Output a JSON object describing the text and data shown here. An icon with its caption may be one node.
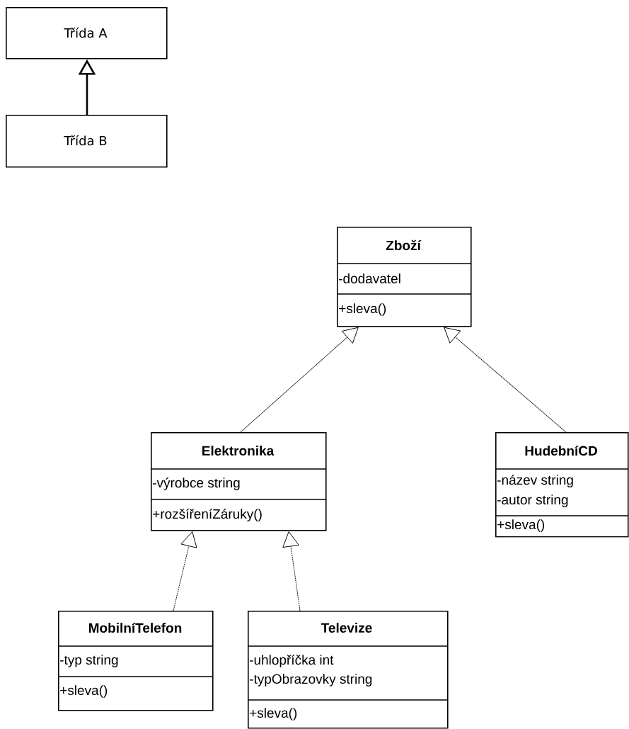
{
  "diagram": {
    "nodes": [
      {
        "text": [
          "Třída A"
        ]
      },
      {
        "text": [
          "Třída B"
        ]
      },
      {
        "text": [
          "Zboží",
          "-dodavatel",
          "+sleva()"
        ]
      },
      {
        "text": [
          "Elektronika",
          "-výrobce string",
          "+rozšířeníZáruky()"
        ]
      },
      {
        "text": [
          "HudebníCD",
          "-název string",
          "-autor string",
          "+sleva()"
        ]
      },
      {
        "text": [
          "MobilníTelefon",
          "-typ string",
          "+sleva()"
        ]
      },
      {
        "text": [
          "Televize",
          "-uhlopříčka int",
          "-typObrazovky string",
          "+sleva()"
        ]
      }
    ],
    "edges": [
      {
        "from": 1,
        "to": 0,
        "arrow": "to",
        "style": "thick"
      },
      {
        "from": 3,
        "to": 2,
        "arrow": "to"
      },
      {
        "from": 4,
        "to": 2,
        "arrow": "to"
      },
      {
        "from": 5,
        "to": 3,
        "arrow": "to",
        "style": "dashed"
      },
      {
        "from": 6,
        "to": 3,
        "arrow": "to",
        "style": "dashed"
      }
    ]
  }
}
